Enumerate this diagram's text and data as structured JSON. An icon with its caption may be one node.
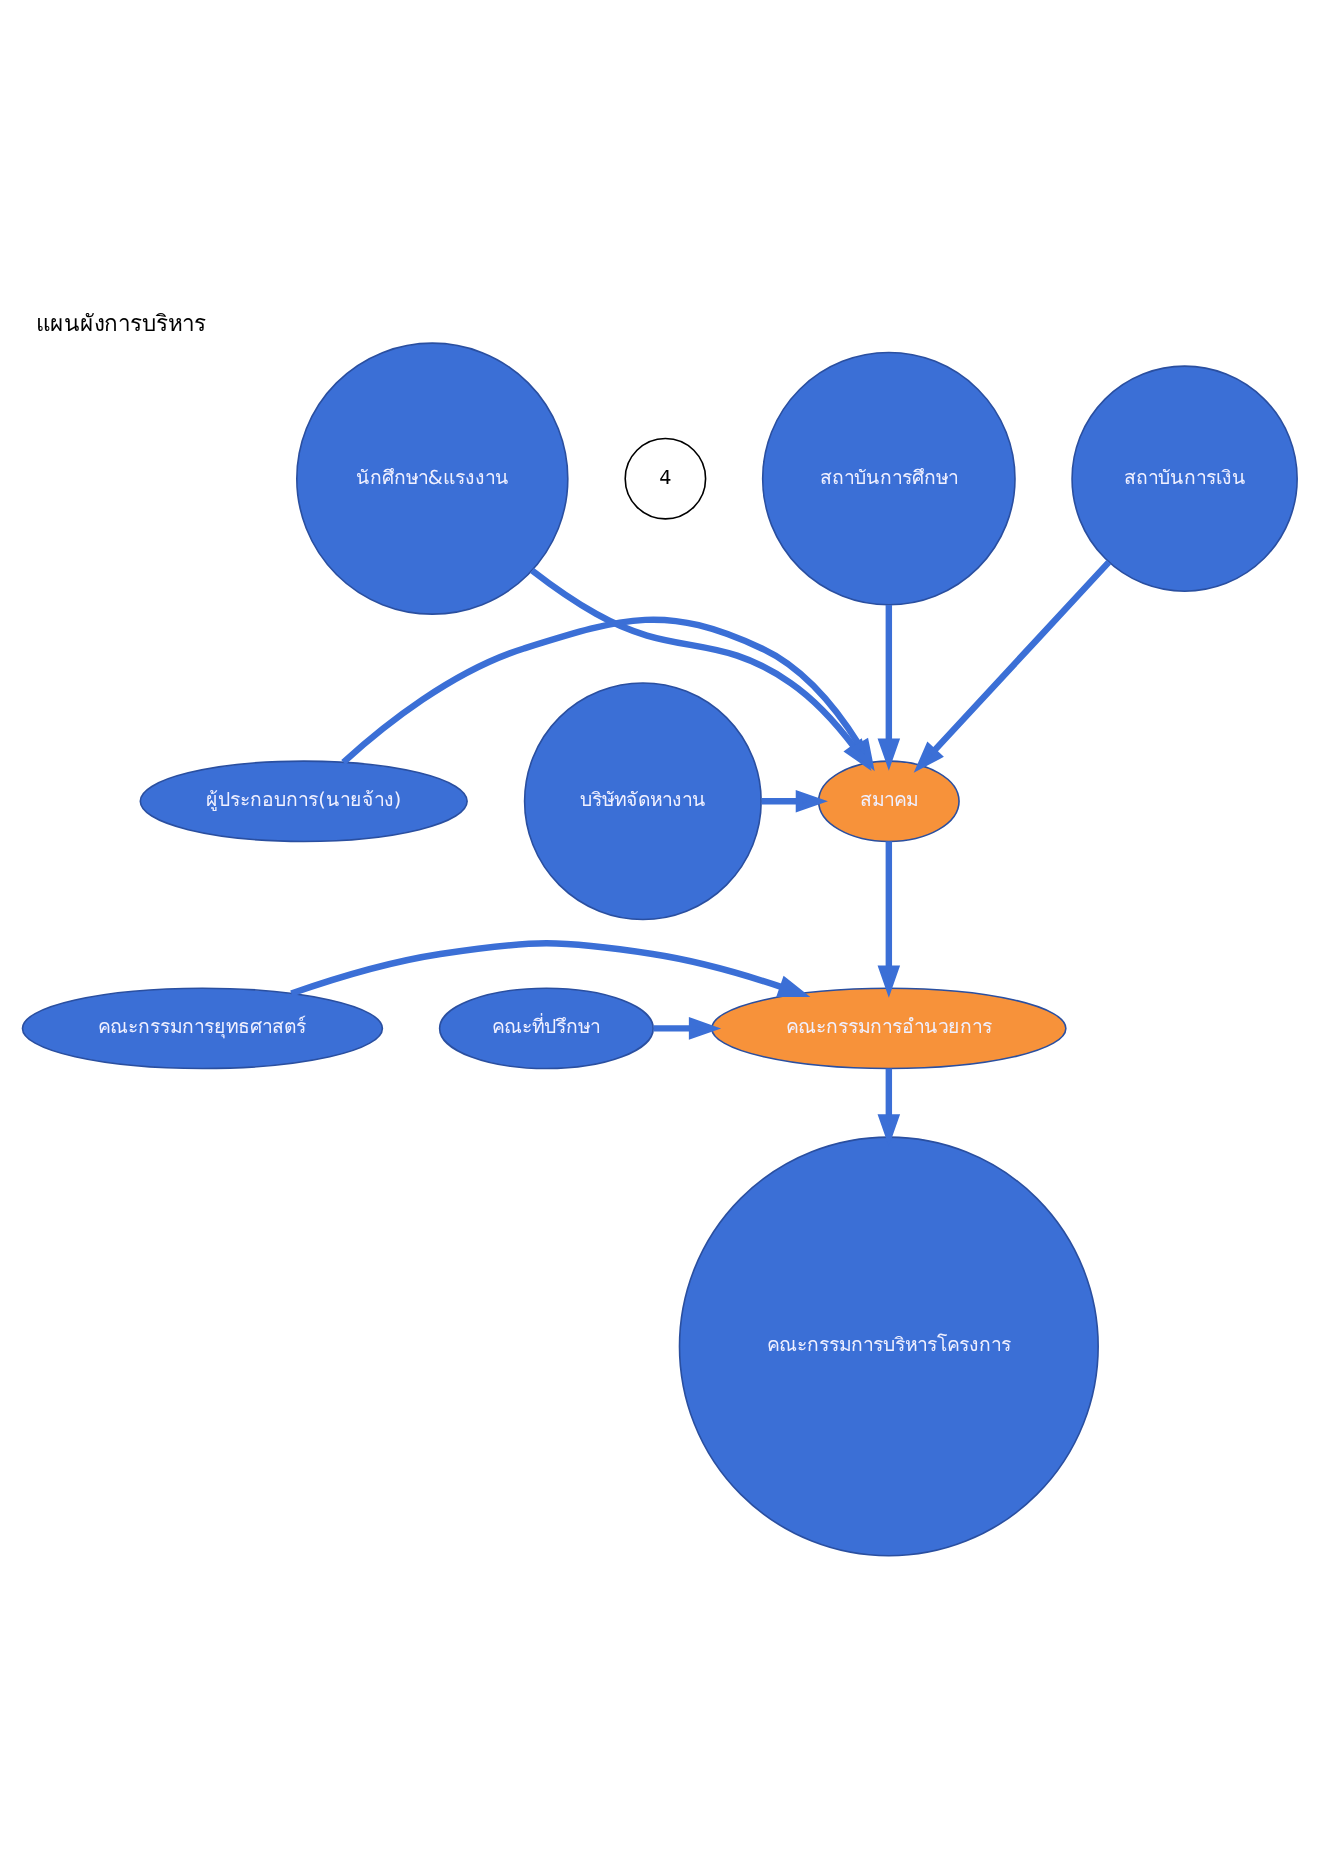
{
  "diagram": {
    "title": "แผนผังการบริหาร",
    "nodes": [
      {
        "text": [
          "สถาบันการศึกษา"
        ]
      },
      {
        "text": [
          "สถาบันการเงิน"
        ]
      },
      {
        "text": [
          "นักศึกษา&แรงงาน"
        ]
      },
      {
        "text": [
          "ผู้ประกอบการ(นายจ้าง)"
        ]
      },
      {
        "text": [
          "สมาคม"
        ]
      },
      {
        "text": [
          "บริษัทจัดหางาน"
        ]
      },
      {
        "text": [
          "คณะกรรมการยุทธศาสตร์"
        ]
      },
      {
        "text": [
          "คณะกรรมการอำนวยการ"
        ]
      },
      {
        "text": [
          "คณะที่ปรึกษา"
        ]
      },
      {
        "text": [
          "คณะกรรมการบริหารโครงการ"
        ]
      }
    ],
    "edges": [
      {
        "from": 0,
        "to": 4,
        "arrow": "to"
      },
      {
        "from": 1,
        "to": 4,
        "arrow": "to"
      },
      {
        "from": 2,
        "to": 4,
        "arrow": "to"
      },
      {
        "from": 3,
        "to": 4,
        "arrow": "to"
      },
      {
        "from": 5,
        "to": 4,
        "arrow": "to"
      },
      {
        "from": 4,
        "to": 7,
        "arrow": "to"
      },
      {
        "from": 6,
        "to": 7,
        "arrow": "to"
      },
      {
        "from": 8,
        "to": 7,
        "arrow": "to"
      },
      {
        "from": 7,
        "to": 9,
        "arrow": "to"
      }
    ],
    "labels": [
      "4"
    ]
  }
}
